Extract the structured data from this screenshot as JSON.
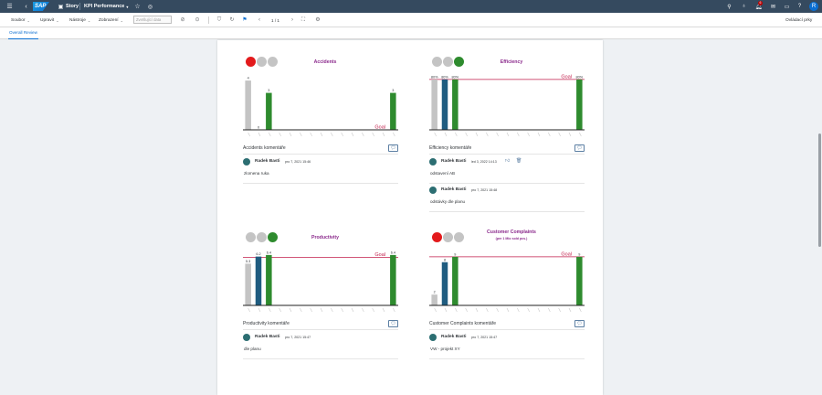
{
  "shell": {
    "app_title": "Story",
    "story_name": "KPI Performance",
    "notification_count": "6",
    "user_initial": "R"
  },
  "menu": {
    "items": [
      "Soubor",
      "Upravit",
      "Nástroje",
      "Zobrazení"
    ],
    "data_placeholder": "Zvetšující data",
    "page_indicator": "1 / 1",
    "controls_label": "Ovládací prky"
  },
  "tabs": [
    "Overall Review"
  ],
  "colors": {
    "red": "#e31a1c",
    "green": "#2e8b2e",
    "grey": "#c4c4c4",
    "blue": "#1f5c80",
    "goal": "#c21e4b",
    "title": "#8b2a8c"
  },
  "panels": [
    {
      "title": "Accidents",
      "subtitle": "",
      "lights": [
        "red",
        "grey",
        "grey"
      ],
      "goal_label": "Goal",
      "comments_title": "Accidents komentáře",
      "comments": [
        {
          "user": "Radek Basti",
          "date": "pro 7, 2021 15:46",
          "text": "zlomena ruka",
          "reactions": false
        }
      ],
      "chart_data": {
        "type": "bar",
        "values": [
          4,
          0,
          3,
          null,
          null,
          null,
          null,
          null,
          null,
          null,
          null,
          null,
          null,
          null,
          3
        ],
        "value_labels": [
          "4",
          "0",
          "3",
          "",
          "",
          "",
          "",
          "",
          "",
          "",
          "",
          "",
          "",
          "",
          "3"
        ],
        "bar_colors": [
          "grey",
          "blue",
          "green",
          "",
          "",
          "",
          "",
          "",
          "",
          "",
          "",
          "",
          "",
          "",
          "green"
        ],
        "goal": 0,
        "ylim": [
          0,
          4.6
        ]
      }
    },
    {
      "title": "Efficiency",
      "subtitle": "",
      "lights": [
        "grey",
        "grey",
        "green"
      ],
      "goal_label": "Goal",
      "comments_title": "Efficiency komentáře",
      "comments": [
        {
          "user": "Radek Basti",
          "date": "led 3, 2022 14:13",
          "text": "odstavení AB",
          "reactions": true
        },
        {
          "user": "Radek Basti",
          "date": "pro 7, 2021 15:48",
          "text": "odstávky dle planu",
          "reactions": false
        }
      ],
      "chart_data": {
        "type": "bar",
        "values": [
          80,
          80,
          80,
          null,
          null,
          null,
          null,
          null,
          null,
          null,
          null,
          null,
          null,
          null,
          80
        ],
        "value_labels": [
          "80%",
          "80%",
          "80%",
          "",
          "",
          "",
          "",
          "",
          "",
          "",
          "",
          "",
          "",
          "",
          "80%"
        ],
        "bar_colors": [
          "grey",
          "blue",
          "green",
          "",
          "",
          "",
          "",
          "",
          "",
          "",
          "",
          "",
          "",
          "",
          "green"
        ],
        "goal": 80,
        "ylim": [
          0,
          90
        ]
      }
    },
    {
      "title": "Productivity",
      "subtitle": "",
      "lights": [
        "grey",
        "grey",
        "green"
      ],
      "goal_label": "Goal",
      "comments_title": "Productivity komentáře",
      "comments": [
        {
          "user": "Radek Basti",
          "date": "pro 7, 2021 15:47",
          "text": "dle planu",
          "reactions": false
        }
      ],
      "chart_data": {
        "type": "bar",
        "values": [
          5.3,
          6.2,
          6.4,
          null,
          null,
          null,
          null,
          null,
          null,
          null,
          null,
          null,
          null,
          null,
          6.4
        ],
        "value_labels": [
          "5.3",
          "6.2",
          "6.4",
          "",
          "",
          "",
          "",
          "",
          "",
          "",
          "",
          "",
          "",
          "",
          "6.4"
        ],
        "bar_colors": [
          "grey",
          "blue",
          "green",
          "",
          "",
          "",
          "",
          "",
          "",
          "",
          "",
          "",
          "",
          "",
          "green"
        ],
        "goal": 6.1,
        "ylim": [
          0,
          7.2
        ]
      }
    },
    {
      "title": "Customer Complaints",
      "subtitle": "(per 1 Mio sold pcs.)",
      "lights": [
        "red",
        "grey",
        "grey"
      ],
      "goal_label": "Goal",
      "comments_title": "Customer Complaints komentáře",
      "comments": [
        {
          "user": "Radek Basti",
          "date": "pro 7, 2021 15:47",
          "text": "VW - projekt XY",
          "reactions": false
        }
      ],
      "chart_data": {
        "type": "bar",
        "values": [
          2,
          8,
          9,
          null,
          null,
          null,
          null,
          null,
          null,
          null,
          null,
          null,
          null,
          null,
          9
        ],
        "value_labels": [
          "2",
          "8",
          "9",
          "",
          "",
          "",
          "",
          "",
          "",
          "",
          "",
          "",
          "",
          "",
          "9"
        ],
        "bar_colors": [
          "grey",
          "blue",
          "green",
          "",
          "",
          "",
          "",
          "",
          "",
          "",
          "",
          "",
          "",
          "",
          "green"
        ],
        "goal": 9,
        "ylim": [
          0,
          10.5
        ]
      }
    }
  ]
}
